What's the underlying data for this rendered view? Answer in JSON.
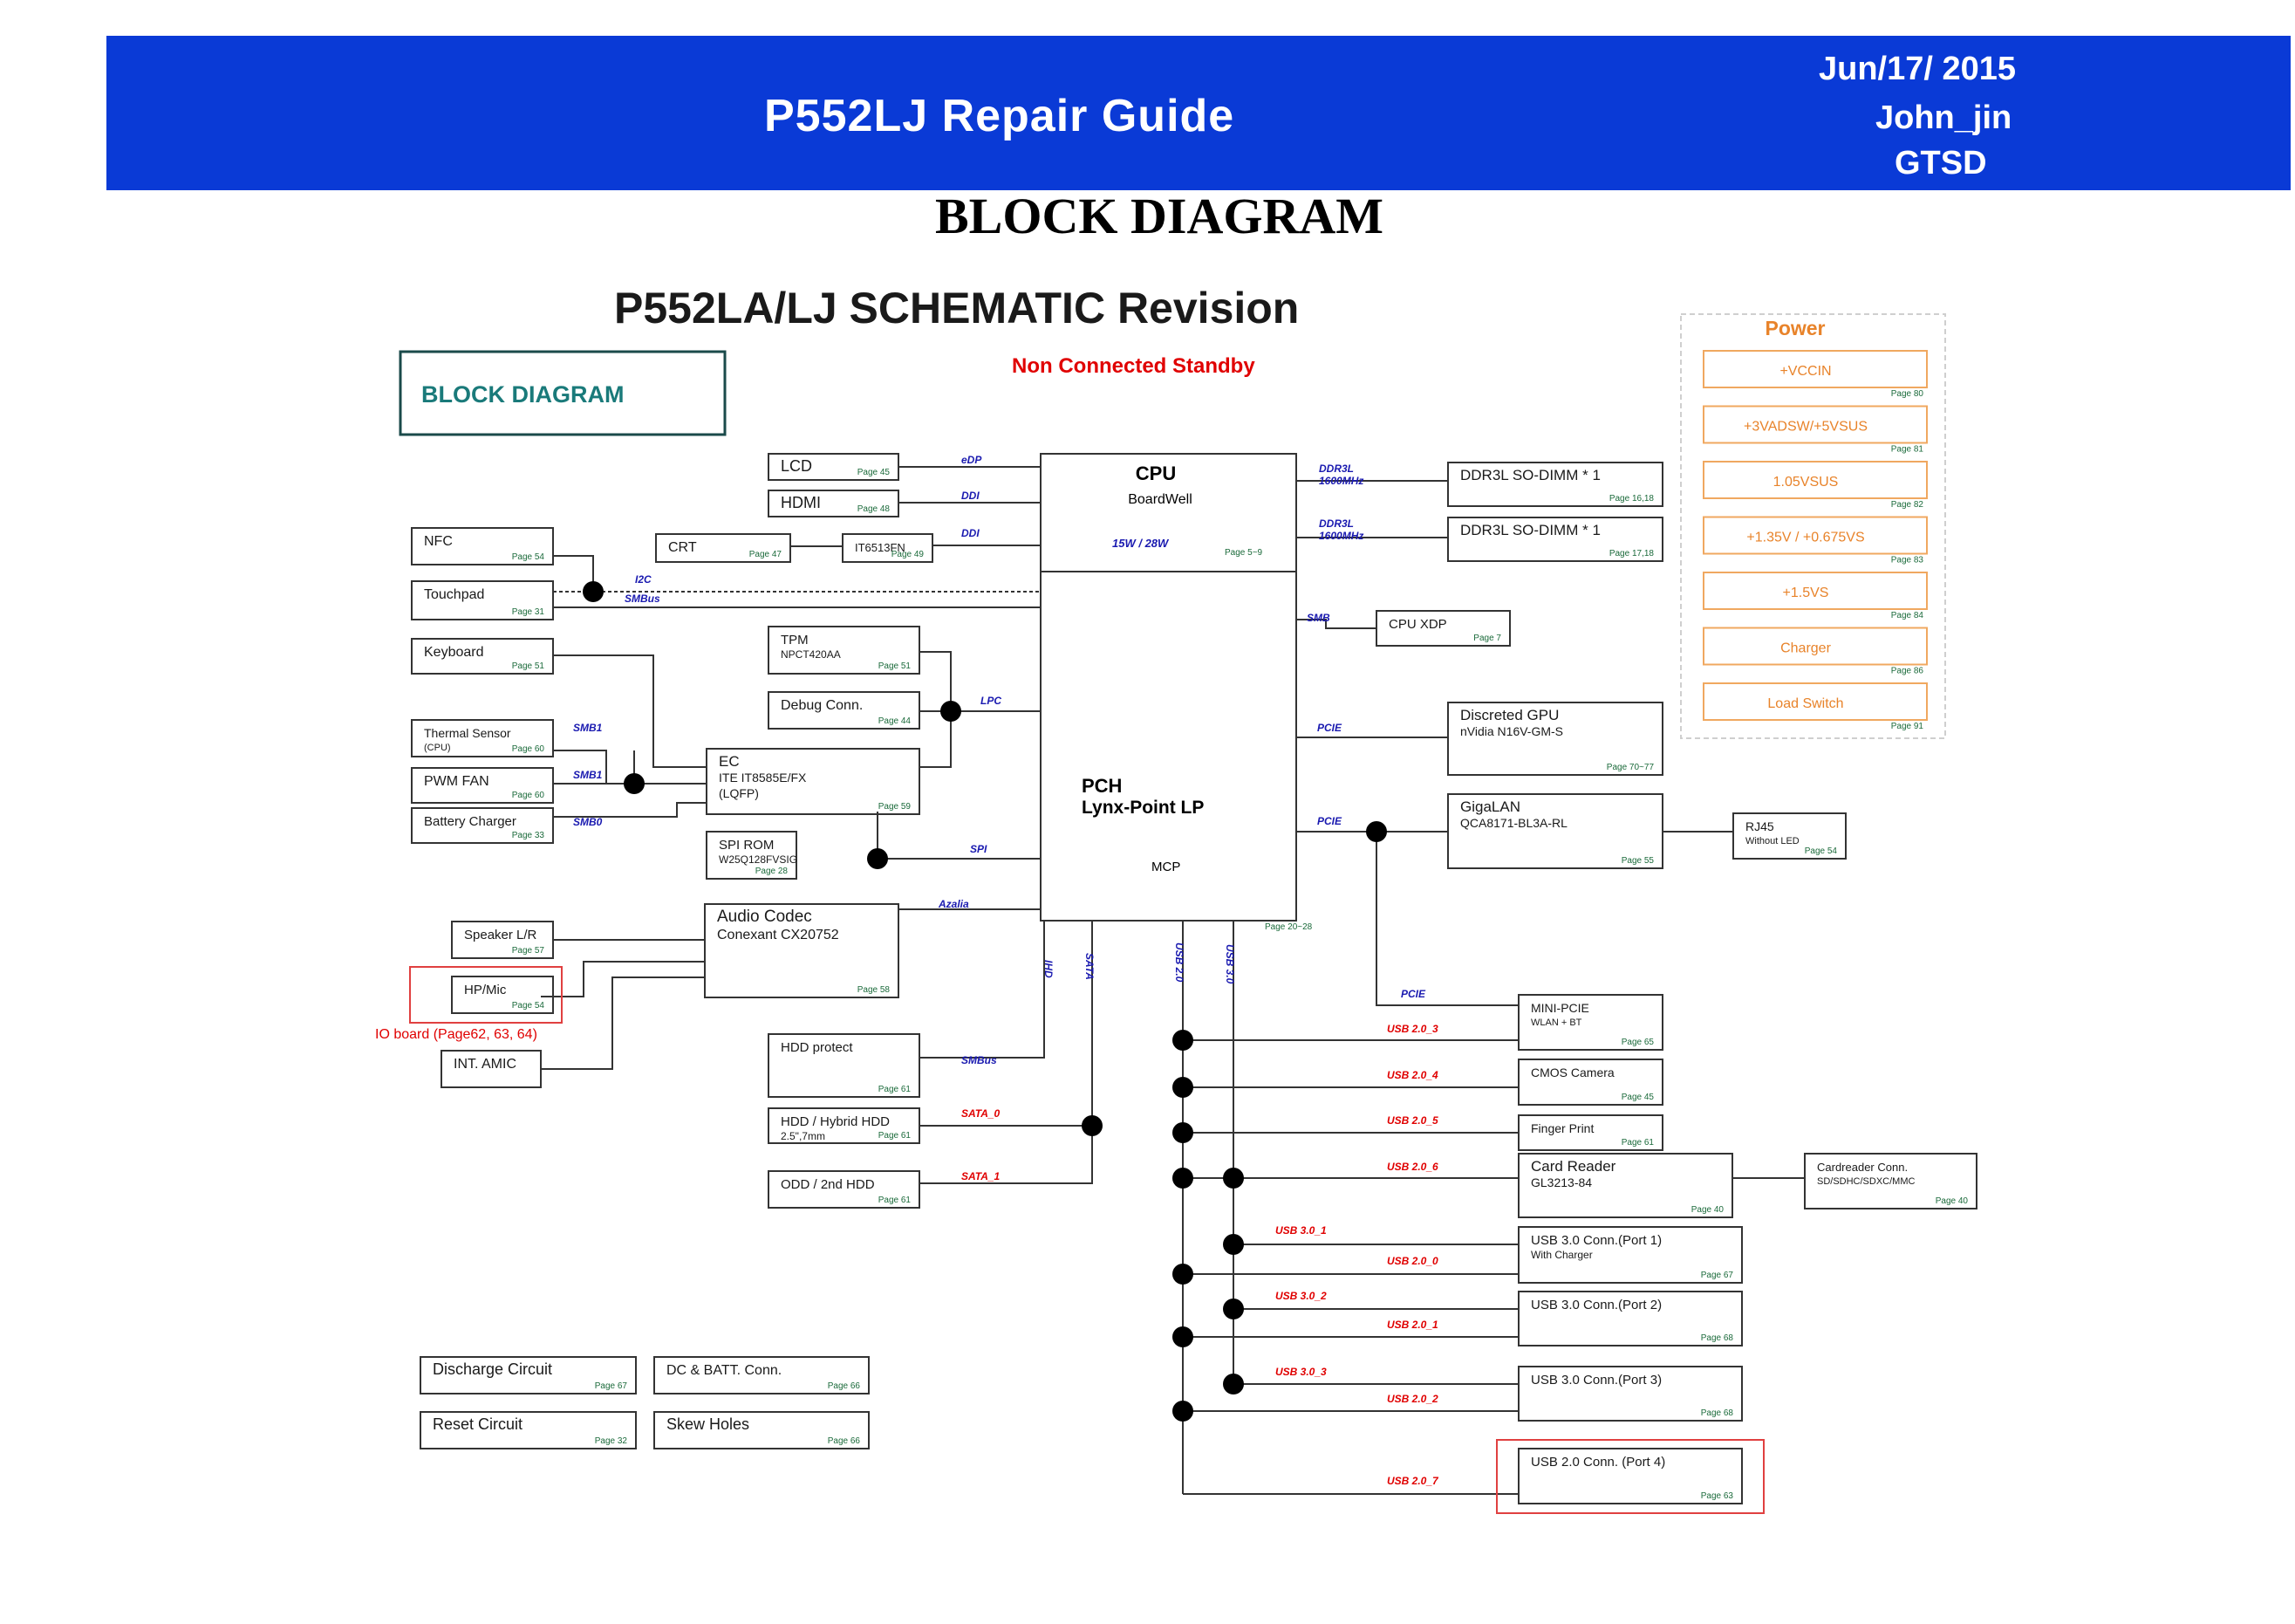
{
  "header": {
    "title": "P552LJ Repair Guide",
    "date": "Jun/17/ 2015",
    "author": "John_jin",
    "dept": "GTSD"
  },
  "page_heading": "BLOCK DIAGRAM",
  "schematic": {
    "title": "P552LA/LJ SCHEMATIC Revision",
    "subtitle": "Non Connected Standby",
    "block_label": "BLOCK DIAGRAM"
  },
  "power": {
    "title": "Power",
    "items": [
      {
        "label": "+VCCIN",
        "page": "Page 80"
      },
      {
        "label": "+3VADSW/+5VSUS",
        "page": "Page 81"
      },
      {
        "label": "1.05VSUS",
        "page": "Page 82"
      },
      {
        "label": "+1.35V / +0.675VS",
        "page": "Page 83"
      },
      {
        "label": "+1.5VS",
        "page": "Page 84"
      },
      {
        "label": "Charger",
        "page": "Page 86"
      },
      {
        "label": "Load Switch",
        "page": "Page 91"
      }
    ]
  },
  "cpu": {
    "name": "CPU",
    "arch": "BoardWell",
    "tdp": "15W / 28W",
    "page": "Page 5~9"
  },
  "pch": {
    "name": "PCH",
    "sub": "Lynx-Point LP",
    "mcp": "MCP",
    "page": "Page 20~28"
  },
  "blocks": {
    "lcd": {
      "label": "LCD",
      "page": "Page 45"
    },
    "hdmi": {
      "label": "HDMI",
      "page": "Page 48"
    },
    "crt": {
      "label": "CRT",
      "page": "Page 47"
    },
    "it6513": {
      "label": "IT6513FN",
      "page": "Page 49"
    },
    "nfc": {
      "label": "NFC",
      "page": "Page 54"
    },
    "touchpad": {
      "label": "Touchpad",
      "page": "Page 31"
    },
    "keyboard": {
      "label": "Keyboard",
      "page": "Page 51"
    },
    "thermal": {
      "label": "Thermal Sensor",
      "label2": "(CPU)",
      "page": "Page 60"
    },
    "fan": {
      "label": "PWM FAN",
      "page": "Page 60"
    },
    "battery": {
      "label": "Battery Charger",
      "page": "Page 33"
    },
    "tpm": {
      "label": "TPM",
      "label2": "NPCT420AA",
      "page": "Page 51"
    },
    "debug": {
      "label": "Debug Conn.",
      "page": "Page 44"
    },
    "ec": {
      "label": "EC",
      "label2": "ITE IT8585E/FX",
      "label3": "(LQFP)",
      "page": "Page 59"
    },
    "spi": {
      "label": "SPI ROM",
      "label2": "W25Q128FVSIG",
      "page": "Page 28"
    },
    "audio": {
      "label": "Audio Codec",
      "label2": "Conexant CX20752",
      "page": "Page 58"
    },
    "speaker": {
      "label": "Speaker L/R",
      "page": "Page 57"
    },
    "hpmic": {
      "label": "HP/Mic",
      "page": "Page 54"
    },
    "io_board": {
      "label": "IO board (Page62, 63, 64)"
    },
    "amic": {
      "label": "INT. AMIC"
    },
    "hdd_protect": {
      "label": "HDD protect",
      "page": "Page 61"
    },
    "hdd": {
      "label": "HDD / Hybrid HDD",
      "label2": "2.5\",7mm",
      "page": "Page 61"
    },
    "odd": {
      "label": "ODD / 2nd HDD",
      "page": "Page 61"
    },
    "ddr1": {
      "label": "DDR3L SO-DIMM * 1",
      "page": "Page 16,18"
    },
    "ddr2": {
      "label": "DDR3L SO-DIMM * 1",
      "page": "Page 17,18"
    },
    "cpu_xdp": {
      "label": "CPU XDP",
      "page": "Page 7"
    },
    "gpu": {
      "label": "Discreted GPU",
      "label2": "nVidia N16V-GM-S",
      "page": "Page 70~77"
    },
    "gigalan": {
      "label": "GigaLAN",
      "label2": "QCA8171-BL3A-RL",
      "page": "Page 55"
    },
    "rj45": {
      "label": "RJ45",
      "label2": "Without LED",
      "page": "Page 54"
    },
    "minipcie": {
      "label": "MINI-PCIE",
      "label2": "WLAN + BT",
      "page": "Page 65"
    },
    "camera": {
      "label": "CMOS Camera",
      "page": "Page 45"
    },
    "finger": {
      "label": "Finger Print",
      "page": "Page 61"
    },
    "cardreader": {
      "label": "Card Reader",
      "label2": "GL3213-84",
      "page": "Page 40"
    },
    "cr_conn": {
      "label": "Cardreader Conn.",
      "label2": "SD/SDHC/SDXC/MMC",
      "page": "Page 40"
    },
    "usb_p1": {
      "label": "USB 3.0 Conn.(Port 1)",
      "label2": "With Charger",
      "page": "Page 67"
    },
    "usb_p2": {
      "label": "USB 3.0 Conn.(Port 2)",
      "page": "Page 68"
    },
    "usb_p3": {
      "label": "USB 3.0 Conn.(Port 3)",
      "page": "Page 68"
    },
    "usb_p4": {
      "label": "USB 2.0 Conn. (Port 4)",
      "page": "Page 63"
    },
    "discharge": {
      "label": "Discharge Circuit",
      "page": "Page 67"
    },
    "dc_batt": {
      "label": "DC & BATT. Conn.",
      "page": "Page 66"
    },
    "reset": {
      "label": "Reset Circuit",
      "page": "Page 32"
    },
    "skew": {
      "label": "Skew Holes",
      "page": "Page 66"
    }
  },
  "buses": {
    "edp": "eDP",
    "ddi1": "DDI",
    "ddi2": "DDI",
    "i2c": "I2C",
    "smbus1": "SMBus",
    "lpc": "LPC",
    "smb1a": "SMB1",
    "smb1b": "SMB1",
    "smb0": "SMB0",
    "spi": "SPI",
    "azalia": "Azalia",
    "smbus2": "SMBus",
    "sata0": "SATA_0",
    "sata1": "SATA_1",
    "ddr3l_a": "DDR3L",
    "ddr3l_a2": "1600MHz",
    "ddr3l_b": "DDR3L",
    "ddr3l_b2": "1600MHz",
    "smb": "SMB",
    "pcie1": "PCIE",
    "pcie2": "PCIE",
    "pcie3": "PCIE",
    "ihd": "IHD",
    "sata_v": "SATA",
    "usb20_v": "USB 2.0",
    "usb30_v": "USB 3.0",
    "usb20_3": "USB 2.0_3",
    "usb20_4": "USB 2.0_4",
    "usb20_5": "USB 2.0_5",
    "usb20_6": "USB 2.0_6",
    "usb30_1": "USB 3.0_1",
    "usb20_0": "USB 2.0_0",
    "usb30_2": "USB 3.0_2",
    "usb20_1": "USB 2.0_1",
    "usb30_3": "USB 3.0_3",
    "usb20_2": "USB 2.0_2",
    "usb20_7": "USB 2.0_7"
  }
}
